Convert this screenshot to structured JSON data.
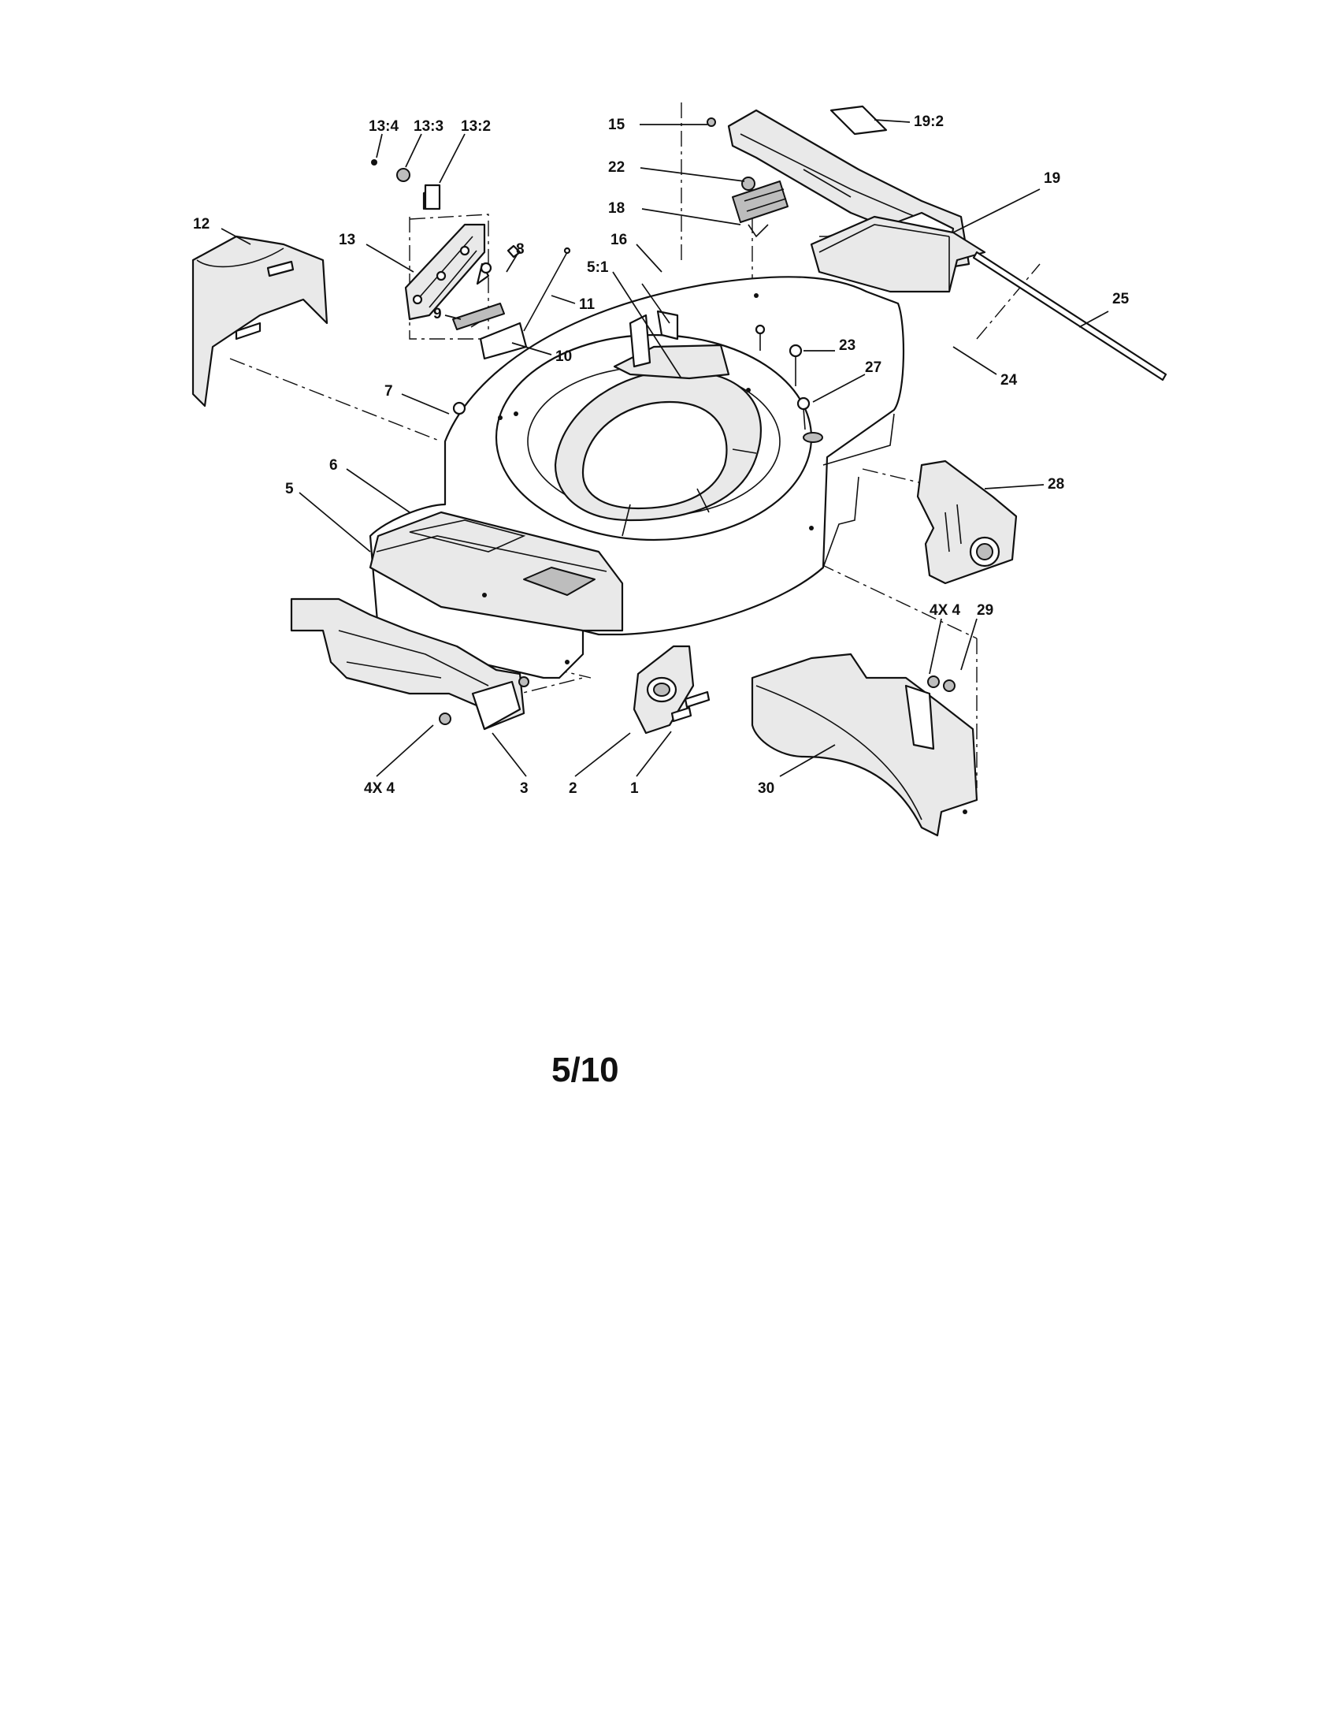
{
  "diagram": {
    "page_label": "5/10",
    "callouts": {
      "c13_4": "13:4",
      "c13_3": "13:3",
      "c13_2": "13:2",
      "c15": "15",
      "c19_2": "19:2",
      "c22": "22",
      "c19": "19",
      "c18": "18",
      "c12": "12",
      "c13": "13",
      "c8": "8",
      "c16": "16",
      "c5_1": "5:1",
      "c11": "11",
      "c25": "25",
      "c9": "9",
      "c10": "10",
      "c23": "23",
      "c24": "24",
      "c7": "7",
      "c27": "27",
      "c6": "6",
      "c28": "28",
      "c5": "5",
      "c4x4_right": "4X 4",
      "c29": "29",
      "c4x4_left": "4X 4",
      "c3": "3",
      "c2": "2",
      "c1": "1",
      "c30": "30"
    }
  }
}
